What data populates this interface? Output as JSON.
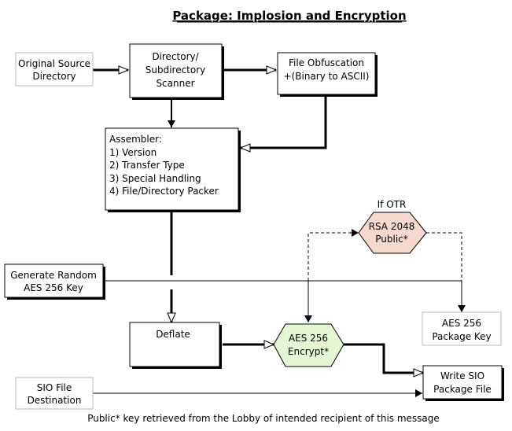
{
  "title": "Package: Implosion and Encryption",
  "footnote": "Public* key retrieved from the Lobby of intended recipient of this message",
  "nodes": {
    "original_source": [
      "Original Source",
      "Directory"
    ],
    "scanner": [
      "Directory/",
      "Subdirectory",
      "Scanner"
    ],
    "obfuscation": [
      "File Obfuscation",
      "+(Binary to ASCII)"
    ],
    "assembler": [
      "Assembler:",
      "1) Version",
      "2) Transfer Type",
      "3) Special Handling",
      "4) File/Directory Packer"
    ],
    "if_otr": "If OTR",
    "rsa": [
      "RSA 2048",
      "Public*"
    ],
    "generate_key": [
      "Generate Random",
      "AES 256 Key"
    ],
    "aes_key": [
      "AES 256",
      "Package Key"
    ],
    "deflate": "Deflate",
    "aes_encrypt": [
      "AES 256",
      "Encrypt*"
    ],
    "write_sio": [
      "Write SIO",
      "Package File"
    ],
    "sio_destination": [
      "SIO File",
      "Destination"
    ]
  },
  "colors": {
    "rsa_fill": "#f4d9cc",
    "encrypt_fill": "#e4f7d4",
    "gray_border": "#b8b8b8"
  }
}
